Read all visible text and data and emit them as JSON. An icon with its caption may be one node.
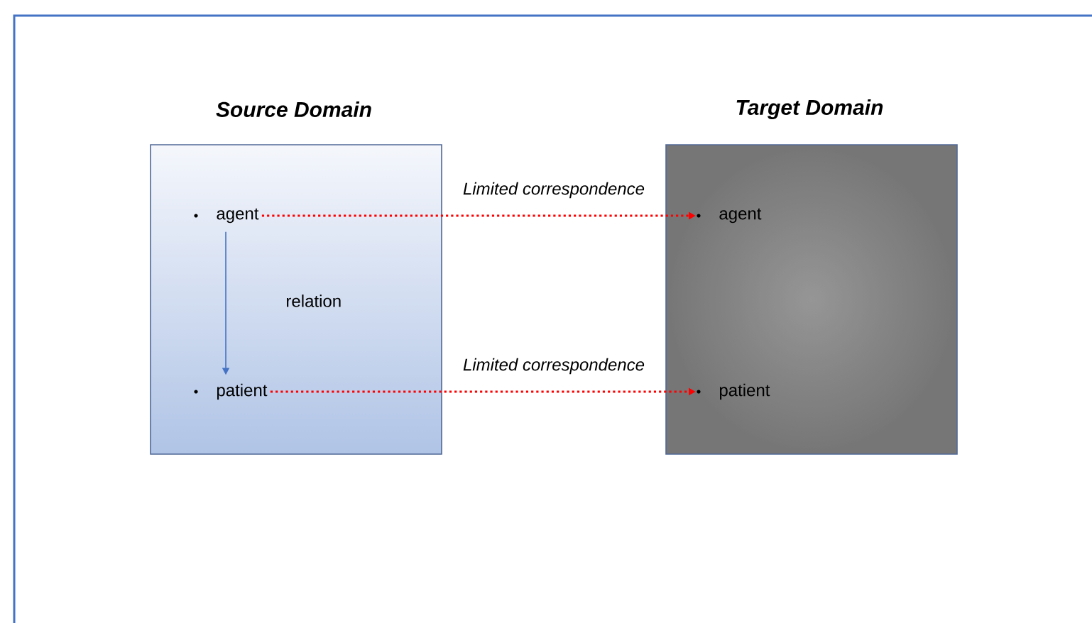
{
  "diagram": {
    "nodes": [
      {
        "text": [
          "Source Domain"
        ]
      },
      {
        "text": [
          "agent"
        ],
        "in": 0
      },
      {
        "text": [
          "patient"
        ],
        "in": 0
      },
      {
        "text": [
          "Target Domain"
        ]
      },
      {
        "text": [
          "agent"
        ],
        "in": 3
      },
      {
        "text": [
          "patient"
        ],
        "in": 3
      }
    ],
    "edges": [
      {
        "from": 1,
        "to": 2,
        "arrow": "to",
        "label": "relation",
        "color": "#4472c4"
      },
      {
        "from": 1,
        "to": 4,
        "arrow": "to",
        "label": "Limited correspondence",
        "style": "dashed",
        "color": "#ff0000"
      },
      {
        "from": 2,
        "to": 5,
        "arrow": "to",
        "label": "Limited correspondence",
        "style": "dashed",
        "color": "#ff0000"
      }
    ]
  }
}
